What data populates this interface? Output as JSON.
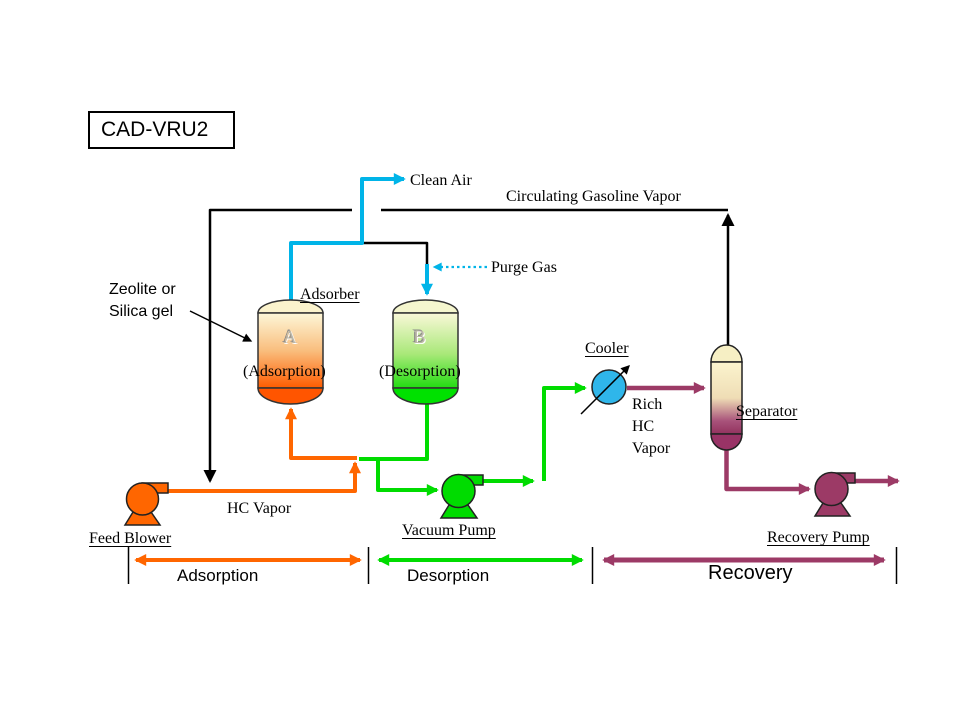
{
  "title_box": {
    "label": "CAD-VRU2"
  },
  "labels": {
    "clean_air": "Clean Air",
    "circulating_vapor": "Circulating Gasoline Vapor",
    "purge_gas": "Purge Gas",
    "adsorber": "Adsorber",
    "zeolite": "Zeolite or\nSilica gel",
    "vessel_a_letter": "A",
    "vessel_a_mode": "(Adsorption)",
    "vessel_b_letter": "B",
    "vessel_b_mode": "(Desorption)",
    "cooler": "Cooler",
    "rich_hc_vapor": "Rich\nHC\nVapor",
    "separator": "Separator",
    "hc_vapor": "HC Vapor",
    "feed_blower": "Feed Blower",
    "vacuum_pump": "Vacuum Pump",
    "recovery_pump": "Recovery Pump"
  },
  "legend": {
    "adsorption": "Adsorption",
    "desorption": "Desorption",
    "recovery": "Recovery"
  },
  "colors": {
    "clean_air_cyan": "#00B4E8",
    "adsorption_orange": "#FF6600",
    "desorption_green": "#00DC00",
    "recovery_plum": "#9C3A66",
    "cooler_fill": "#2FB6EA",
    "vessel_cream": "#FBF3CC",
    "line_black": "#000000"
  }
}
